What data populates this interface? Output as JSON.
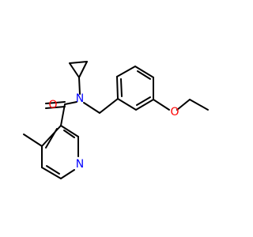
{
  "structure": {
    "atoms": {
      "oxygen_carbonyl": {
        "label": "O",
        "color": "#ff0000"
      },
      "nitrogen_amide": {
        "label": "N",
        "color": "#0000ff"
      },
      "oxygen_ether": {
        "label": "O",
        "color": "#ff0000"
      },
      "nitrogen_pyridine": {
        "label": "N",
        "color": "#0000ff"
      }
    },
    "bond_color": "#000000"
  }
}
